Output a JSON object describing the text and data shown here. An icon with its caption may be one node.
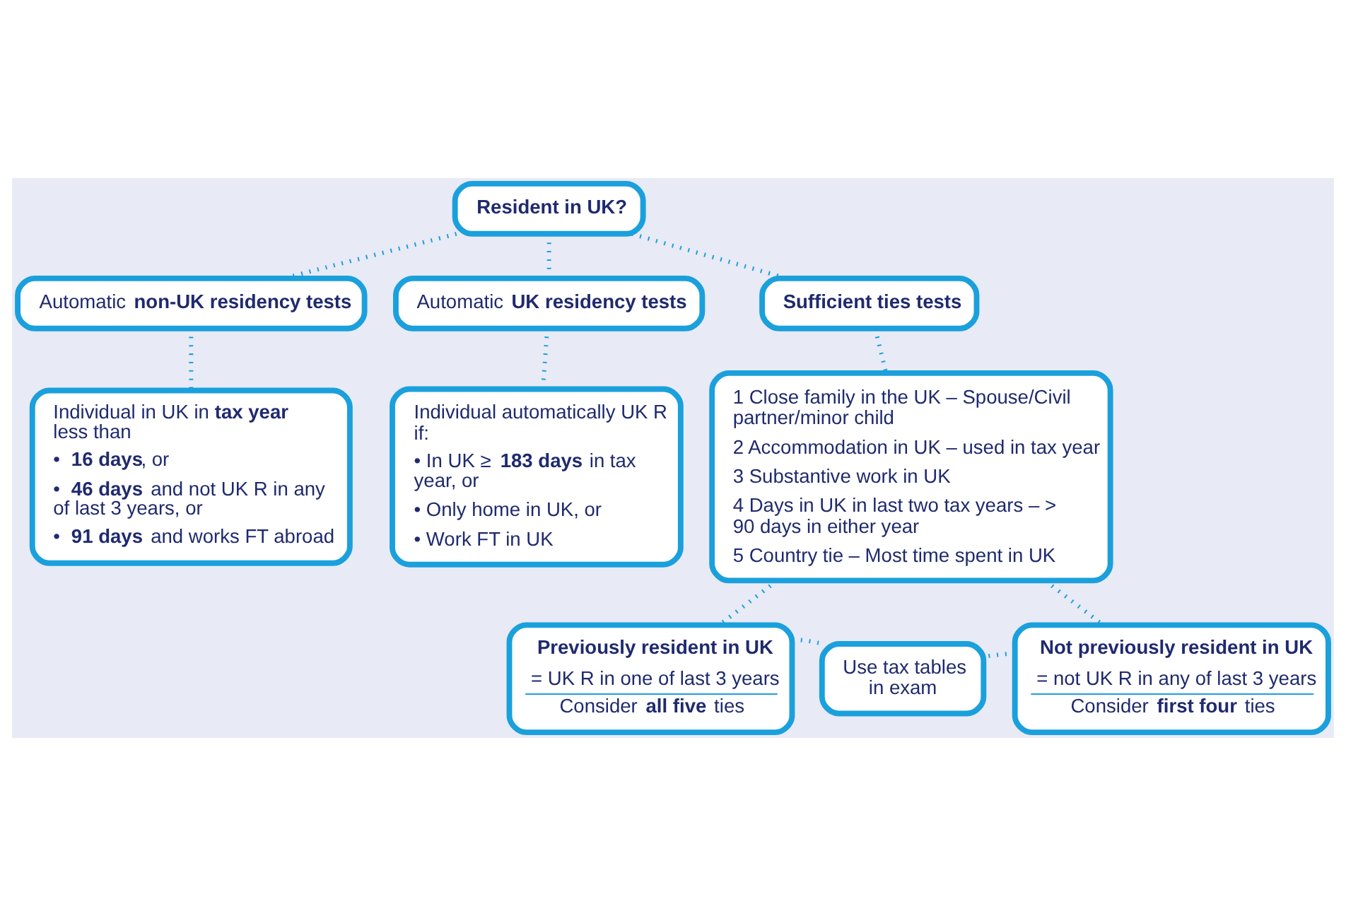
{
  "diagram": {
    "nodes": [
      {
        "text": [
          "Resident in UK?"
        ]
      },
      {
        "text": [
          "Automatic **non-UK residency tests**"
        ]
      },
      {
        "text": [
          "Automatic **UK residency tests**"
        ]
      },
      {
        "text": [
          "Sufficient ties tests"
        ]
      },
      {
        "text": [
          "Individual in UK in **tax year** less than",
          "• **16 days**, or",
          "• **46 days** and not UK R in any of last 3 years, or",
          "• **91 days** and works FT abroad"
        ]
      },
      {
        "text": [
          "Individual automatically UK R if:",
          "• In UK ≥ **183 days** in tax year, or",
          "• Only home in UK, or",
          "• Work FT in UK"
        ]
      },
      {
        "text": [
          "1 Close family in the UK – Spouse/Civil partner/minor child",
          "2 Accommodation in UK – used in tax year",
          "3 Substantive work in UK",
          "4 Days in UK in last two tax years – > 90 days in either year",
          "5 Country tie – Most time spent in UK"
        ]
      },
      {
        "text": [
          "Previously resident in UK",
          "= UK R in one of last 3 years",
          "Consider **all five** ties"
        ]
      },
      {
        "text": [
          "Use tax tables in exam"
        ]
      },
      {
        "text": [
          "Not previously resident in UK",
          "= not UK R in any of last 3 years",
          "Consider **first four** ties"
        ]
      }
    ],
    "edges": [
      {
        "from": 0,
        "to": 1,
        "arrow": "none"
      },
      {
        "from": 0,
        "to": 2,
        "arrow": "none"
      },
      {
        "from": 0,
        "to": 3,
        "arrow": "none"
      },
      {
        "from": 1,
        "to": 4,
        "arrow": "none"
      },
      {
        "from": 2,
        "to": 5,
        "arrow": "none"
      },
      {
        "from": 3,
        "to": 6,
        "arrow": "none"
      },
      {
        "from": 6,
        "to": 7,
        "arrow": "none"
      },
      {
        "from": 6,
        "to": 9,
        "arrow": "none"
      },
      {
        "from": 7,
        "to": 8,
        "arrow": "none"
      },
      {
        "from": 9,
        "to": 8,
        "arrow": "none"
      }
    ]
  }
}
